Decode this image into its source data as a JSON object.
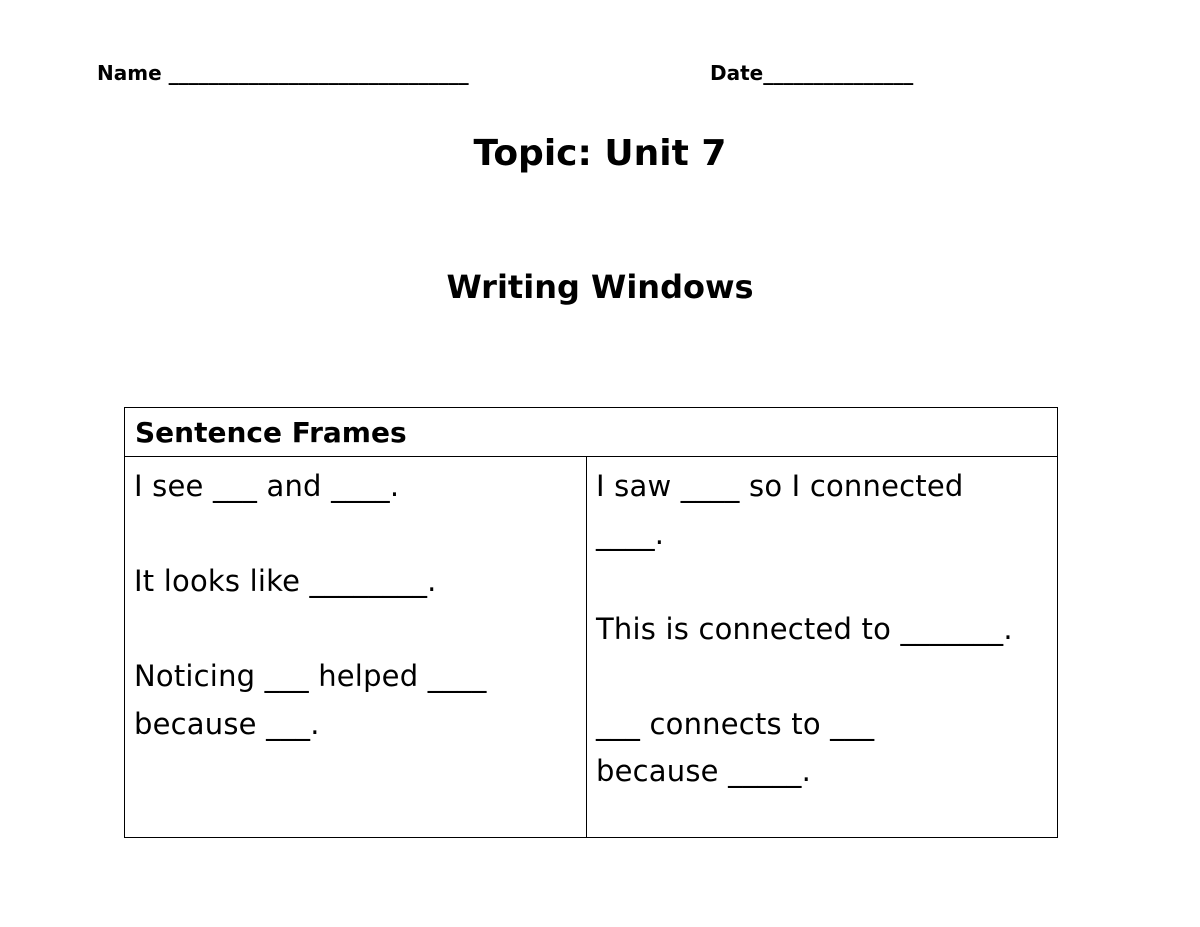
{
  "header": {
    "name_label": "Name ______________________________",
    "date_label": "Date_______________"
  },
  "title": "Topic: Unit 7",
  "subtitle": "Writing Windows",
  "sentence_frames": {
    "heading": "Sentence Frames",
    "left_column": [
      "I see ___ and ____.",
      "It looks like ________.",
      "Noticing ___ helped ____ because ___."
    ],
    "right_column": [
      "I saw ____ so I connected ____.",
      "This is connected to _______.",
      "___ connects to ___ because _____."
    ]
  }
}
